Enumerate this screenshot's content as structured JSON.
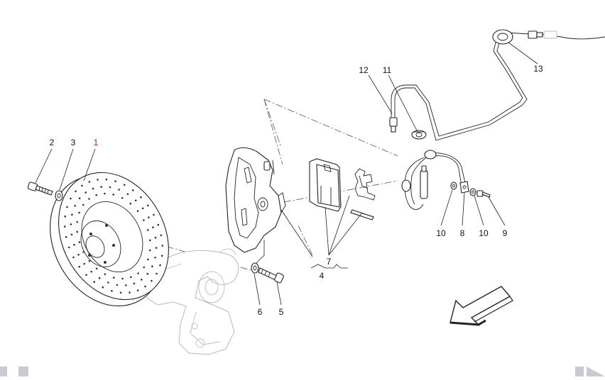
{
  "diagram": {
    "callouts": {
      "c1": "1",
      "c2": "2",
      "c3": "3",
      "c4": "4",
      "c5": "5",
      "c6": "6",
      "c7": "7",
      "c8": "8",
      "c9": "9",
      "c10a": "10",
      "c10b": "10",
      "c11": "11",
      "c12": "12",
      "c13": "13"
    },
    "colors": {
      "line": "#222222",
      "highlight_callout": "#cc1111",
      "ghost_parts": "#b8b8b8",
      "nav_arrows": "#c8ccd2"
    },
    "icons": {
      "direction": "direction-arrow-icon",
      "nav_left": "nav-left-icon",
      "nav_right": "nav-right-icon"
    }
  }
}
